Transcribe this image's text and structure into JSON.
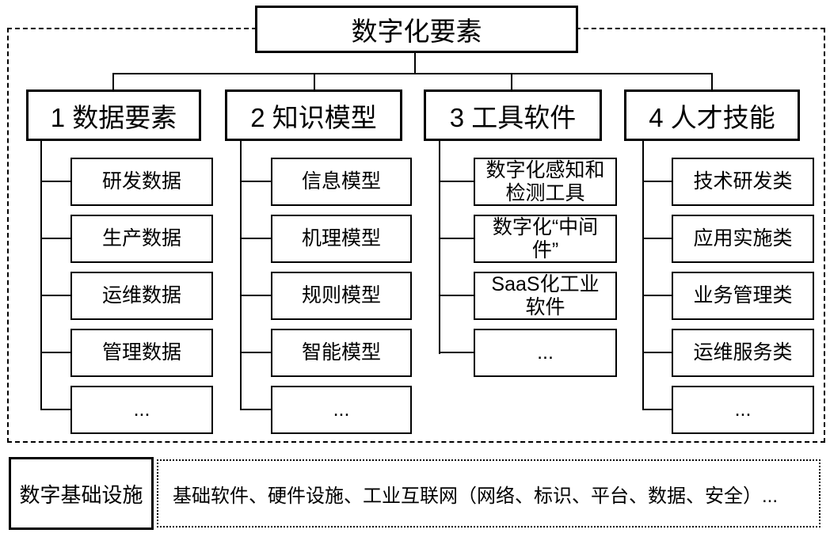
{
  "diagram": {
    "root": {
      "label": "数字化要素"
    },
    "columns": [
      {
        "label": "1 数据要素",
        "children": [
          "研发数据",
          "生产数据",
          "运维数据",
          "管理数据",
          "..."
        ]
      },
      {
        "label": "2 知识模型",
        "children": [
          "信息模型",
          "机理模型",
          "规则模型",
          "智能模型",
          "..."
        ]
      },
      {
        "label": "3 工具软件",
        "children": [
          "数字化感知和\n检测工具",
          "数字化“中间\n件”",
          "SaaS化工业\n软件",
          "..."
        ]
      },
      {
        "label": "4 人才技能",
        "children": [
          "技术研发类",
          "应用实施类",
          "业务管理类",
          "运维服务类",
          "..."
        ]
      }
    ],
    "infrastructure": {
      "label": "数字基础设施",
      "description": "基础软件、硬件设施、工业互联网（网络、标识、平台、数据、安全）..."
    }
  }
}
